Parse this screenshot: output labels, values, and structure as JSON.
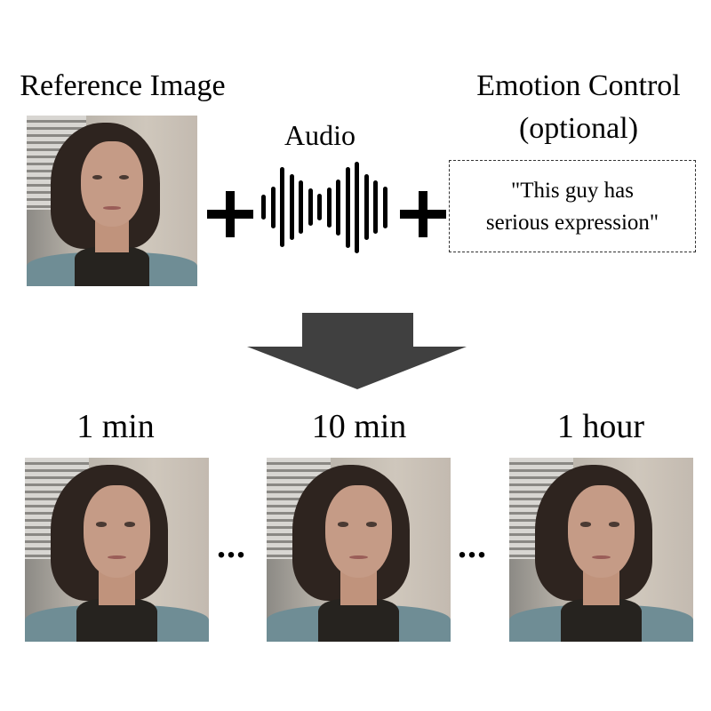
{
  "inputs": {
    "reference_label": "Reference Image",
    "audio_label": "Audio",
    "emotion_label": "Emotion Control",
    "emotion_optional": "(optional)",
    "emotion_prompt_line1": "\"This guy has",
    "emotion_prompt_line2": "serious expression\""
  },
  "outputs": [
    {
      "label": "1 min"
    },
    {
      "label": "10 min"
    },
    {
      "label": "1 hour"
    }
  ],
  "ellipsis": "...",
  "waveform_levels": [
    28,
    47,
    90,
    74,
    60,
    42,
    30,
    45,
    63,
    91,
    103,
    74,
    60,
    47
  ],
  "colors": {
    "arrow": "#404040",
    "text": "#000000"
  }
}
